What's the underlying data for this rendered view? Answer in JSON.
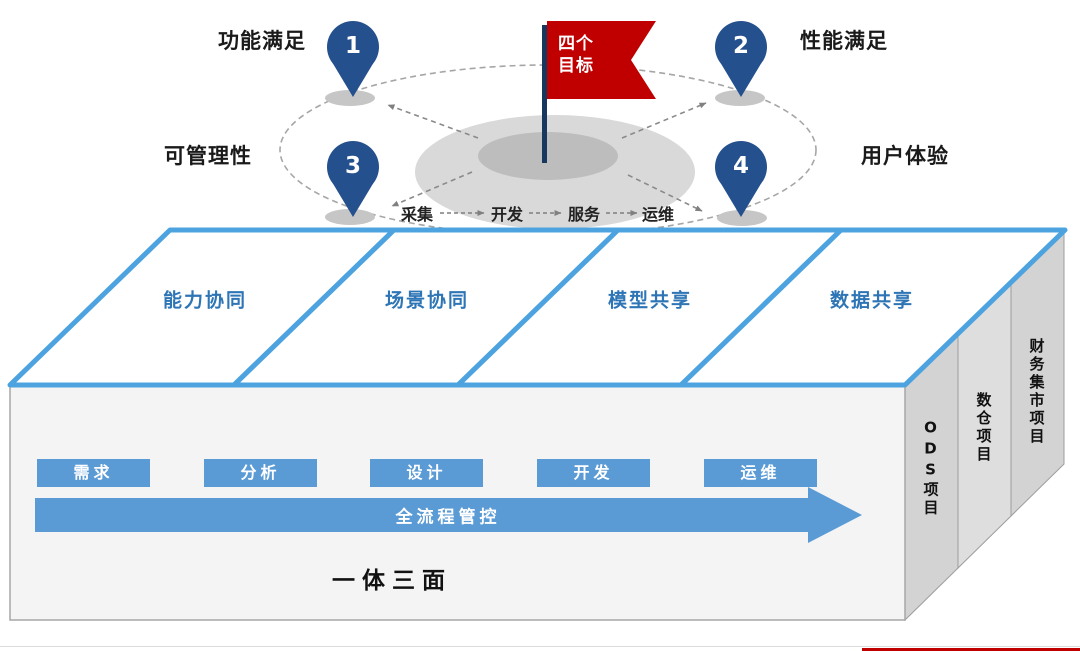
{
  "colors": {
    "pin_blue": "#24508E",
    "flag_red": "#C00000",
    "flag_pole_navy": "#17375E",
    "accent_blue": "#5B9BD5",
    "cell_border_blue": "#4DA3DF",
    "cell_text_blue": "#2E75B6",
    "blob_gray": "#D9D9D9",
    "strip_gray": "#D3D3D3"
  },
  "goals": {
    "flag_text": "四个\n目标",
    "pins": [
      {
        "number": "1",
        "label": "功能满足"
      },
      {
        "number": "2",
        "label": "性能满足"
      },
      {
        "number": "3",
        "label": "可管理性"
      },
      {
        "number": "4",
        "label": "用户体验"
      }
    ],
    "process_steps": [
      "采集",
      "开发",
      "服务",
      "运维"
    ]
  },
  "platform": {
    "top_cells": [
      "能力协同",
      "场景协同",
      "模型共享",
      "数据共享"
    ],
    "side_projects": [
      "ODS项目",
      "数仓项目",
      "财务集市项目"
    ],
    "stages": [
      "需求",
      "分析",
      "设计",
      "开发",
      "运维"
    ],
    "arrow_label": "全流程管控",
    "caption": "一体三面"
  }
}
